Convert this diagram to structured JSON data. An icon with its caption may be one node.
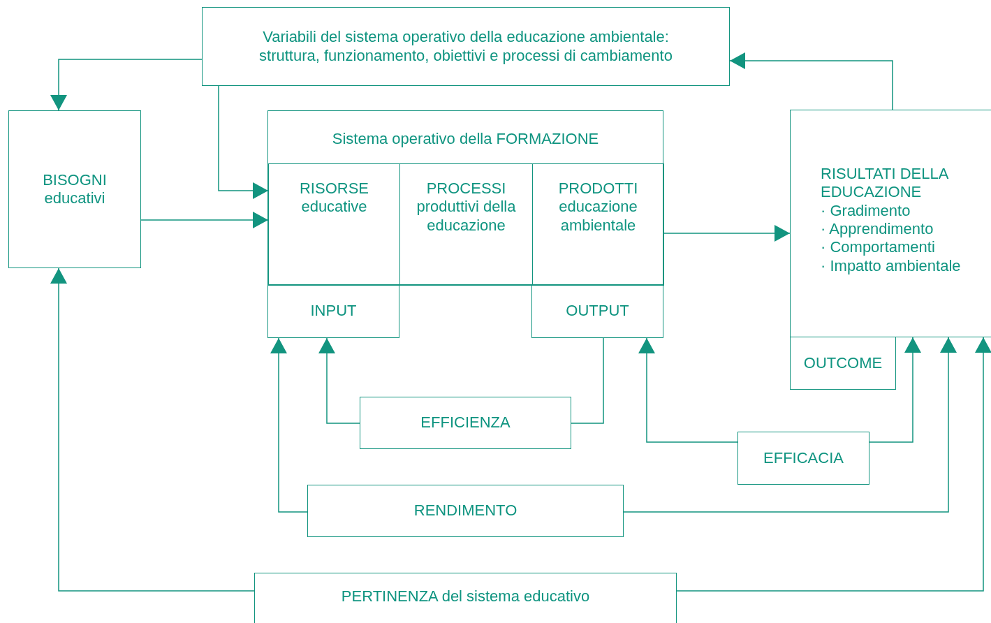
{
  "diagram": {
    "nodes": [
      {
        "text": [
          "Variabili del sistema operativo della educazione ambientale: struttura, funzionamento, obiettivi e processi di cambiamento"
        ]
      },
      {
        "text": [
          "BISOGNI educativi"
        ]
      },
      {
        "text": [
          "Sistema operativo della FORMAZIONE"
        ]
      },
      {
        "text": [
          "RISORSE educative"
        ],
        "in": 2
      },
      {
        "text": [
          "PROCESSI produttivi della educazione"
        ],
        "in": 2
      },
      {
        "text": [
          "PRODOTTI educazione ambientale"
        ],
        "in": 2
      },
      {
        "text": [
          "INPUT"
        ]
      },
      {
        "text": [
          "OUTPUT"
        ]
      },
      {
        "text": [
          "RISULTATI DELLA EDUCAZIONE",
          "· Gradimento",
          "· Apprendimento",
          "· Comportamenti",
          "· Impatto ambientale"
        ]
      },
      {
        "text": [
          "OUTCOME"
        ]
      },
      {
        "text": [
          "EFFICIENZA"
        ]
      },
      {
        "text": [
          "EFFICACIA"
        ]
      },
      {
        "text": [
          "RENDIMENTO"
        ]
      },
      {
        "text": [
          "PERTINENZA del sistema educativo"
        ]
      }
    ],
    "edges": [
      {
        "from": 0,
        "to": 3,
        "arrow": "to"
      },
      {
        "from": 1,
        "to": 3,
        "arrow": "to"
      },
      {
        "from": 5,
        "to": 8,
        "arrow": "to"
      },
      {
        "from": 8,
        "to": 0,
        "arrow": "to"
      },
      {
        "from": 0,
        "to": 1,
        "arrow": "to"
      },
      {
        "from": 10,
        "to": 6,
        "arrow": "to"
      },
      {
        "from": 7,
        "to": 10,
        "arrow": "none"
      },
      {
        "from": 11,
        "to": 7,
        "arrow": "to"
      },
      {
        "from": 11,
        "to": 8,
        "arrow": "to"
      },
      {
        "from": 12,
        "to": 6,
        "arrow": "to"
      },
      {
        "from": 12,
        "to": 8,
        "arrow": "to"
      },
      {
        "from": 13,
        "to": 1,
        "arrow": "to"
      },
      {
        "from": 13,
        "to": 8,
        "arrow": "to"
      }
    ]
  }
}
